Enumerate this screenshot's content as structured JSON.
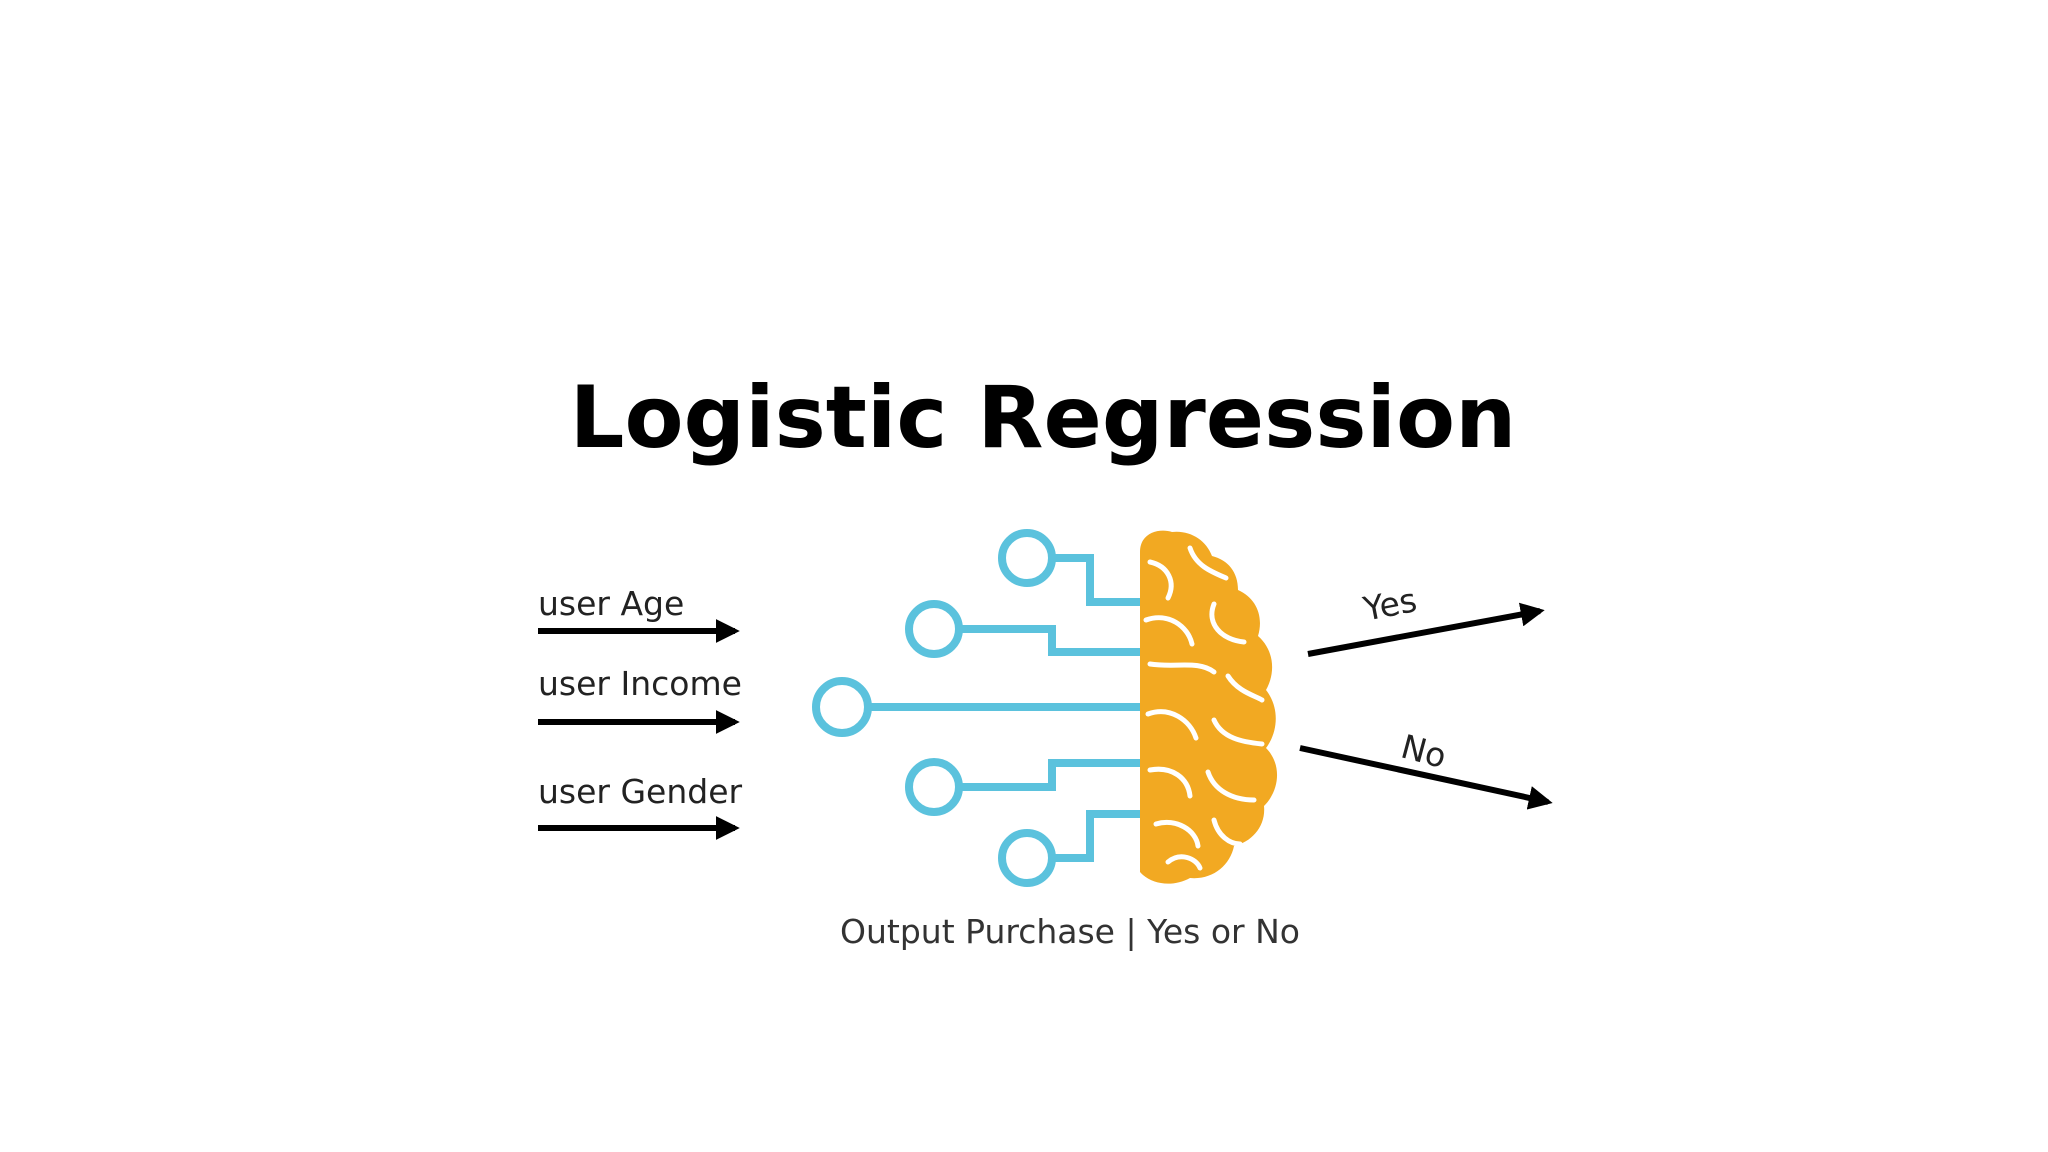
{
  "title": "Logistic Regression",
  "inputs": [
    {
      "label": "user Age"
    },
    {
      "label": "user Income"
    },
    {
      "label": "user Gender"
    }
  ],
  "outputs": [
    {
      "label": "Yes"
    },
    {
      "label": "No"
    }
  ],
  "caption": "Output Purchase | Yes or No",
  "colors": {
    "circuit": "#5bc2dd",
    "brain": "#f2a922",
    "brain_lines": "#ffffff",
    "arrows": "#000000",
    "text": "#222222"
  },
  "icons": {
    "brain": "brain-icon",
    "circuit": "circuit-icon",
    "arrow": "arrow-icon"
  }
}
